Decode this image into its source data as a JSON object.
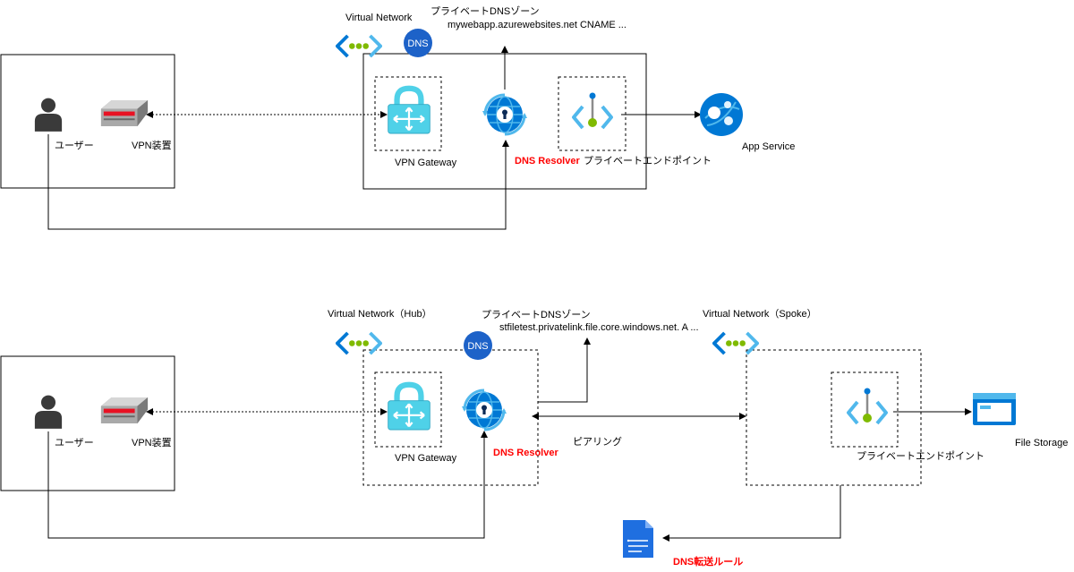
{
  "colors": {
    "accent": "#ff0000",
    "azure_blue": "#0078d4",
    "azure_light": "#50b8ec",
    "gateway_teal": "#4fd1e8",
    "endpoint_green": "#7fba00",
    "user_gray": "#3a3a3a"
  },
  "top": {
    "vnet_label": "Virtual Network",
    "dns_zone_label": "プライベートDNSゾーン",
    "dns_zone_record": "mywebapp.azurewebsites.net CNAME ...",
    "dns_badge": "DNS",
    "user_label": "ユーザー",
    "vpn_device_label": "VPN装置",
    "vpn_gateway_label": "VPN Gateway",
    "dns_resolver_label": "DNS Resolver",
    "private_endpoint_label": "プライベートエンドポイント",
    "app_service_label": "App Service"
  },
  "bottom": {
    "hub_label": "Virtual Network（Hub）",
    "spoke_label": "Virtual Network（Spoke）",
    "dns_zone_label": "プライベートDNSゾーン",
    "dns_zone_record": "stfiletest.privatelink.file.core.windows.net. A ...",
    "dns_badge": "DNS",
    "user_label": "ユーザー",
    "vpn_device_label": "VPN装置",
    "vpn_gateway_label": "VPN Gateway",
    "dns_resolver_label": "DNS Resolver",
    "peering_label": "ピアリング",
    "private_endpoint_label": "プライベートエンドポイント",
    "file_storage_label": "File Storage",
    "forwarding_rule_label": "DNS転送ルール"
  },
  "icons": [
    "vnet-icon",
    "dns-zone-icon",
    "user-icon",
    "vpn-device-icon",
    "vpn-gateway-icon",
    "dns-resolver-icon",
    "private-endpoint-icon",
    "app-service-icon",
    "file-storage-icon",
    "forwarding-rule-icon"
  ]
}
